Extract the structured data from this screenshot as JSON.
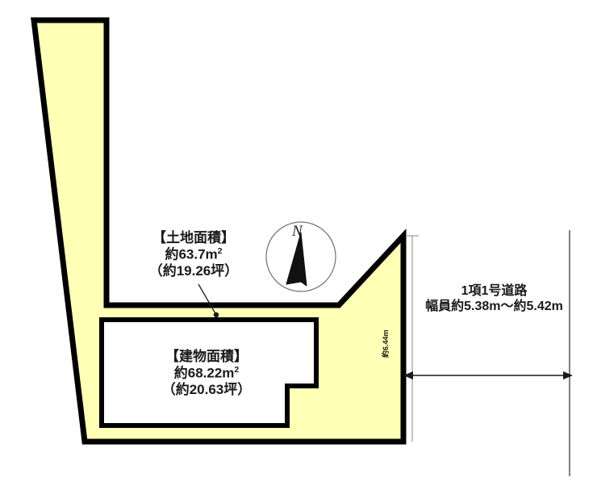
{
  "diagram": {
    "type": "property-plot-map",
    "land": {
      "heading": "【土地面積】",
      "area_sqm": "約63.7㎡",
      "area_sqm_value": "約63.7m",
      "area_sqm_unit_sup": "2",
      "area_tsubo": "（約19.26坪）",
      "fill_color": "#ffffb5",
      "stroke_color": "#000000"
    },
    "building": {
      "heading": "【建物面積】",
      "area_sqm": "約68.22㎡",
      "area_sqm_value": "約68.22m",
      "area_sqm_unit_sup": "2",
      "area_tsubo": "（約20.63坪）",
      "fill_color": "#ffffff",
      "stroke_color": "#000000"
    },
    "road": {
      "category": "1項1号道路",
      "width": "幅員約5.38m～約5.42m"
    },
    "dimensions": {
      "frontage_depth": "約6.44m"
    },
    "compass": {
      "north_letter": "N"
    }
  }
}
